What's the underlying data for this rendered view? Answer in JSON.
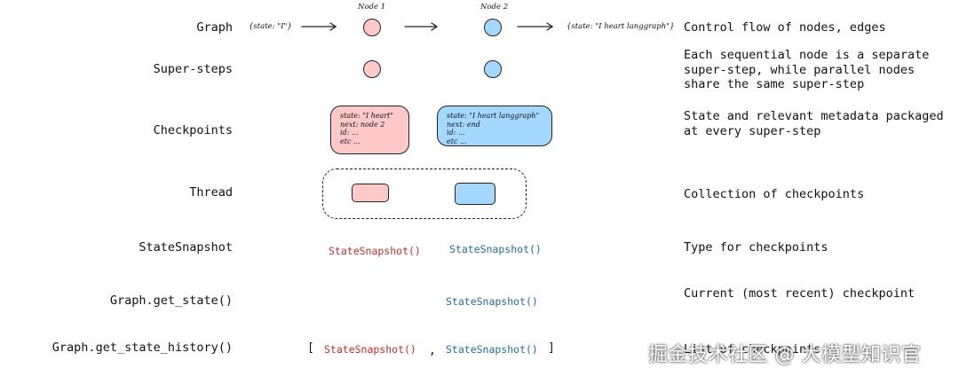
{
  "rows": {
    "graph": {
      "label": "Graph",
      "desc": "Control flow of nodes, edges"
    },
    "supersteps": {
      "label": "Super-steps",
      "desc": [
        "Each sequential node is a separate",
        "super-step, while parallel nodes",
        "share the same super-step"
      ]
    },
    "checkpoints": {
      "label": "Checkpoints",
      "desc": [
        "State and relevant metadata packaged",
        "at every super-step"
      ]
    },
    "thread": {
      "label": "Thread",
      "desc": "Collection of checkpoints"
    },
    "statesnapshot": {
      "label": "StateSnapshot",
      "desc": "Type for checkpoints"
    },
    "get_state": {
      "label": "Graph.get_state()",
      "desc": "Current (most recent) checkpoint"
    },
    "get_state_history": {
      "label": "Graph.get_state_history()",
      "desc": "List of checkpoints"
    }
  },
  "graph_flow": {
    "input_state": "{state: \"I\"}",
    "node1_label": "Node 1",
    "node2_label": "Node 2",
    "output_state": "{state: \"I heart langgraph\"}"
  },
  "checkpoint1": [
    "state: \"I heart\"",
    "next: node 2",
    "id: ...",
    "etc ..."
  ],
  "checkpoint2": [
    "state: \"I heart langgraph\"",
    "next: end",
    "id: ...",
    "etc ..."
  ],
  "snapshot_label": "StateSnapshot()",
  "history_list": {
    "open": "[",
    "separator": ",",
    "close": "]"
  },
  "watermark": "掘金技术社区 @ 大模型知识官",
  "colors": {
    "pink": "#ffc9c9",
    "blue": "#a5d8ff",
    "red_text": "#c92a2a",
    "blue_text": "#1c6fa0"
  }
}
